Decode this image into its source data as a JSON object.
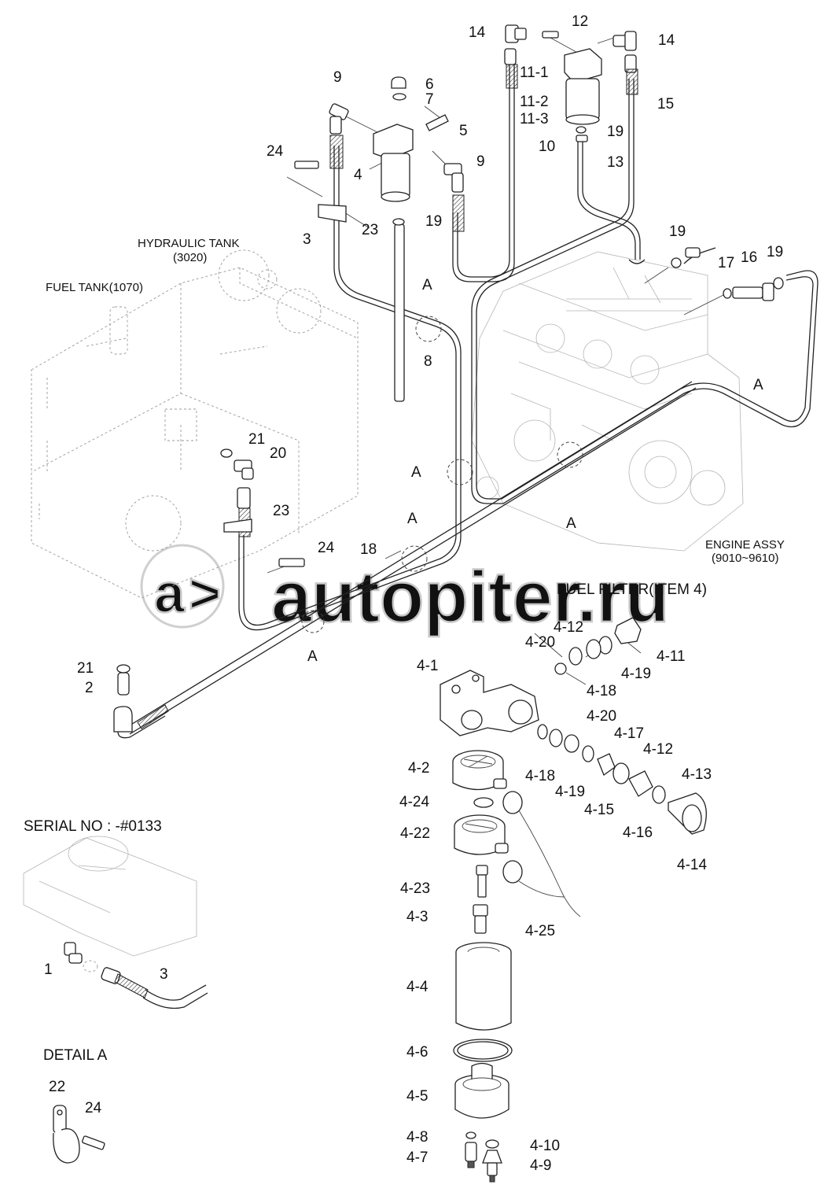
{
  "watermark": "autopiter.ru",
  "captions": {
    "hydraulic_tank": "HYDRAULIC TANK",
    "hydraulic_tank_code": "(3020)",
    "fuel_tank": "FUEL TANK(1070)",
    "engine_assy": "ENGINE ASSY",
    "engine_assy_code": "(9010~9610)",
    "fuel_filter": "FUEL FILTER(ITEM 4)",
    "serial_no": "SERIAL NO : -#0133",
    "detail_a": "DETAIL  A"
  },
  "labels": {
    "l14a": "14",
    "l12": "12",
    "l14b": "14",
    "l11_1": "11-1",
    "l11_2": "11-2",
    "l11_3": "11-3",
    "l15": "15",
    "l9a": "9",
    "l6": "6",
    "l7": "7",
    "l5": "5",
    "l9b": "9",
    "l10": "10",
    "l19a": "19",
    "l13": "13",
    "l24a": "24",
    "l4": "4",
    "l23a": "23",
    "l3a": "3",
    "l19b": "19",
    "l19c": "19",
    "l17": "17",
    "l16": "16",
    "l19d": "19",
    "lA1": "A",
    "l8": "8",
    "lA2": "A",
    "l21a": "21",
    "l20": "20",
    "lA3": "A",
    "l23b": "23",
    "lA4": "A",
    "lA5": "A",
    "l24b": "24",
    "l18": "18",
    "lA6": "A",
    "l21b": "21",
    "l2": "2",
    "l4_12a": "4-12",
    "l4_20a": "4-20",
    "l4_11": "4-11",
    "l4_1": "4-1",
    "l4_19a": "4-19",
    "l4_18a": "4-18",
    "l4_20b": "4-20",
    "l4_17": "4-17",
    "l4_12b": "4-12",
    "l4_2": "4-2",
    "l4_18b": "4-18",
    "l4_13": "4-13",
    "l4_19b": "4-19",
    "l4_24": "4-24",
    "l4_15": "4-15",
    "l4_22": "4-22",
    "l4_16": "4-16",
    "l4_14": "4-14",
    "l4_23": "4-23",
    "l4_3": "4-3",
    "l4_25": "4-25",
    "l4_4": "4-4",
    "l4_6": "4-6",
    "l4_5": "4-5",
    "l4_8": "4-8",
    "l4_7": "4-7",
    "l4_10": "4-10",
    "l4_9": "4-9",
    "l1": "1",
    "l3b": "3",
    "l22": "22",
    "l24c": "24"
  }
}
